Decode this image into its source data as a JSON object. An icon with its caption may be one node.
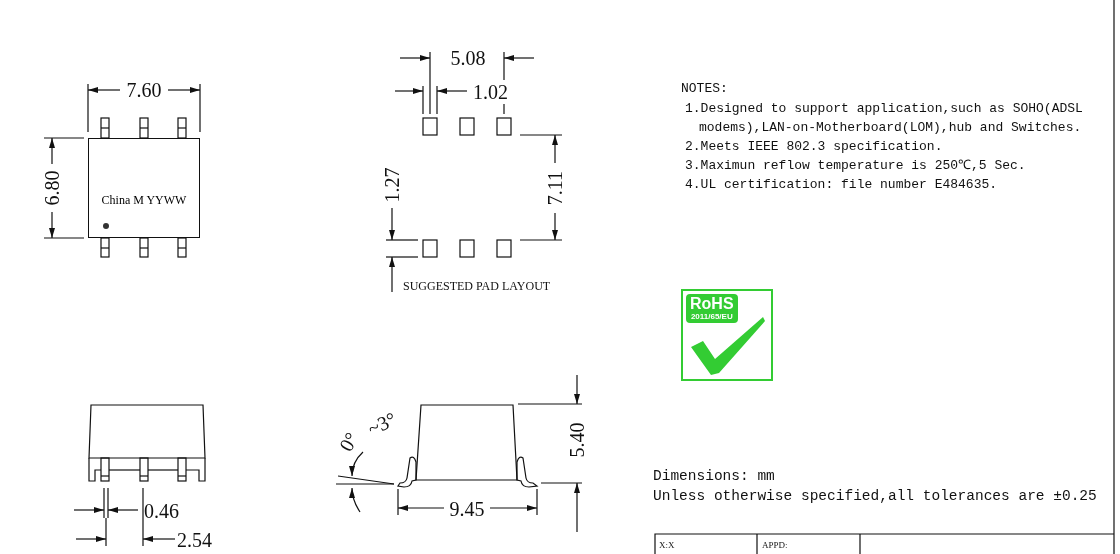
{
  "diagram": {
    "nodes": [
      {
        "text": [
          "China M YYWW"
        ]
      },
      {
        "text": [
          "RoHS",
          "2011/65/EU"
        ]
      }
    ],
    "labels": [
      "7.60",
      "6.80",
      "5.08",
      "1.02",
      "1.27",
      "7.11",
      "SUGGESTED PAD LAYOUT",
      "NOTES:",
      "1.Designed to support application,such as SOHO(ADSL modems),LAN-on-Motherboard(LOM),hub and Switches.",
      "2.Meets IEEE 802.3 specification.",
      "3.Maximun reflow temperature is 250℃,5 Sec.",
      "4.UL certification: file number E484635.",
      "0°",
      "~3°",
      "5.40",
      "0.46",
      "2.54",
      "9.45",
      "Dimensions: mm",
      "Unless otherwise specified,all tolerances are ±0.25",
      "X:X",
      "APPD:"
    ]
  }
}
